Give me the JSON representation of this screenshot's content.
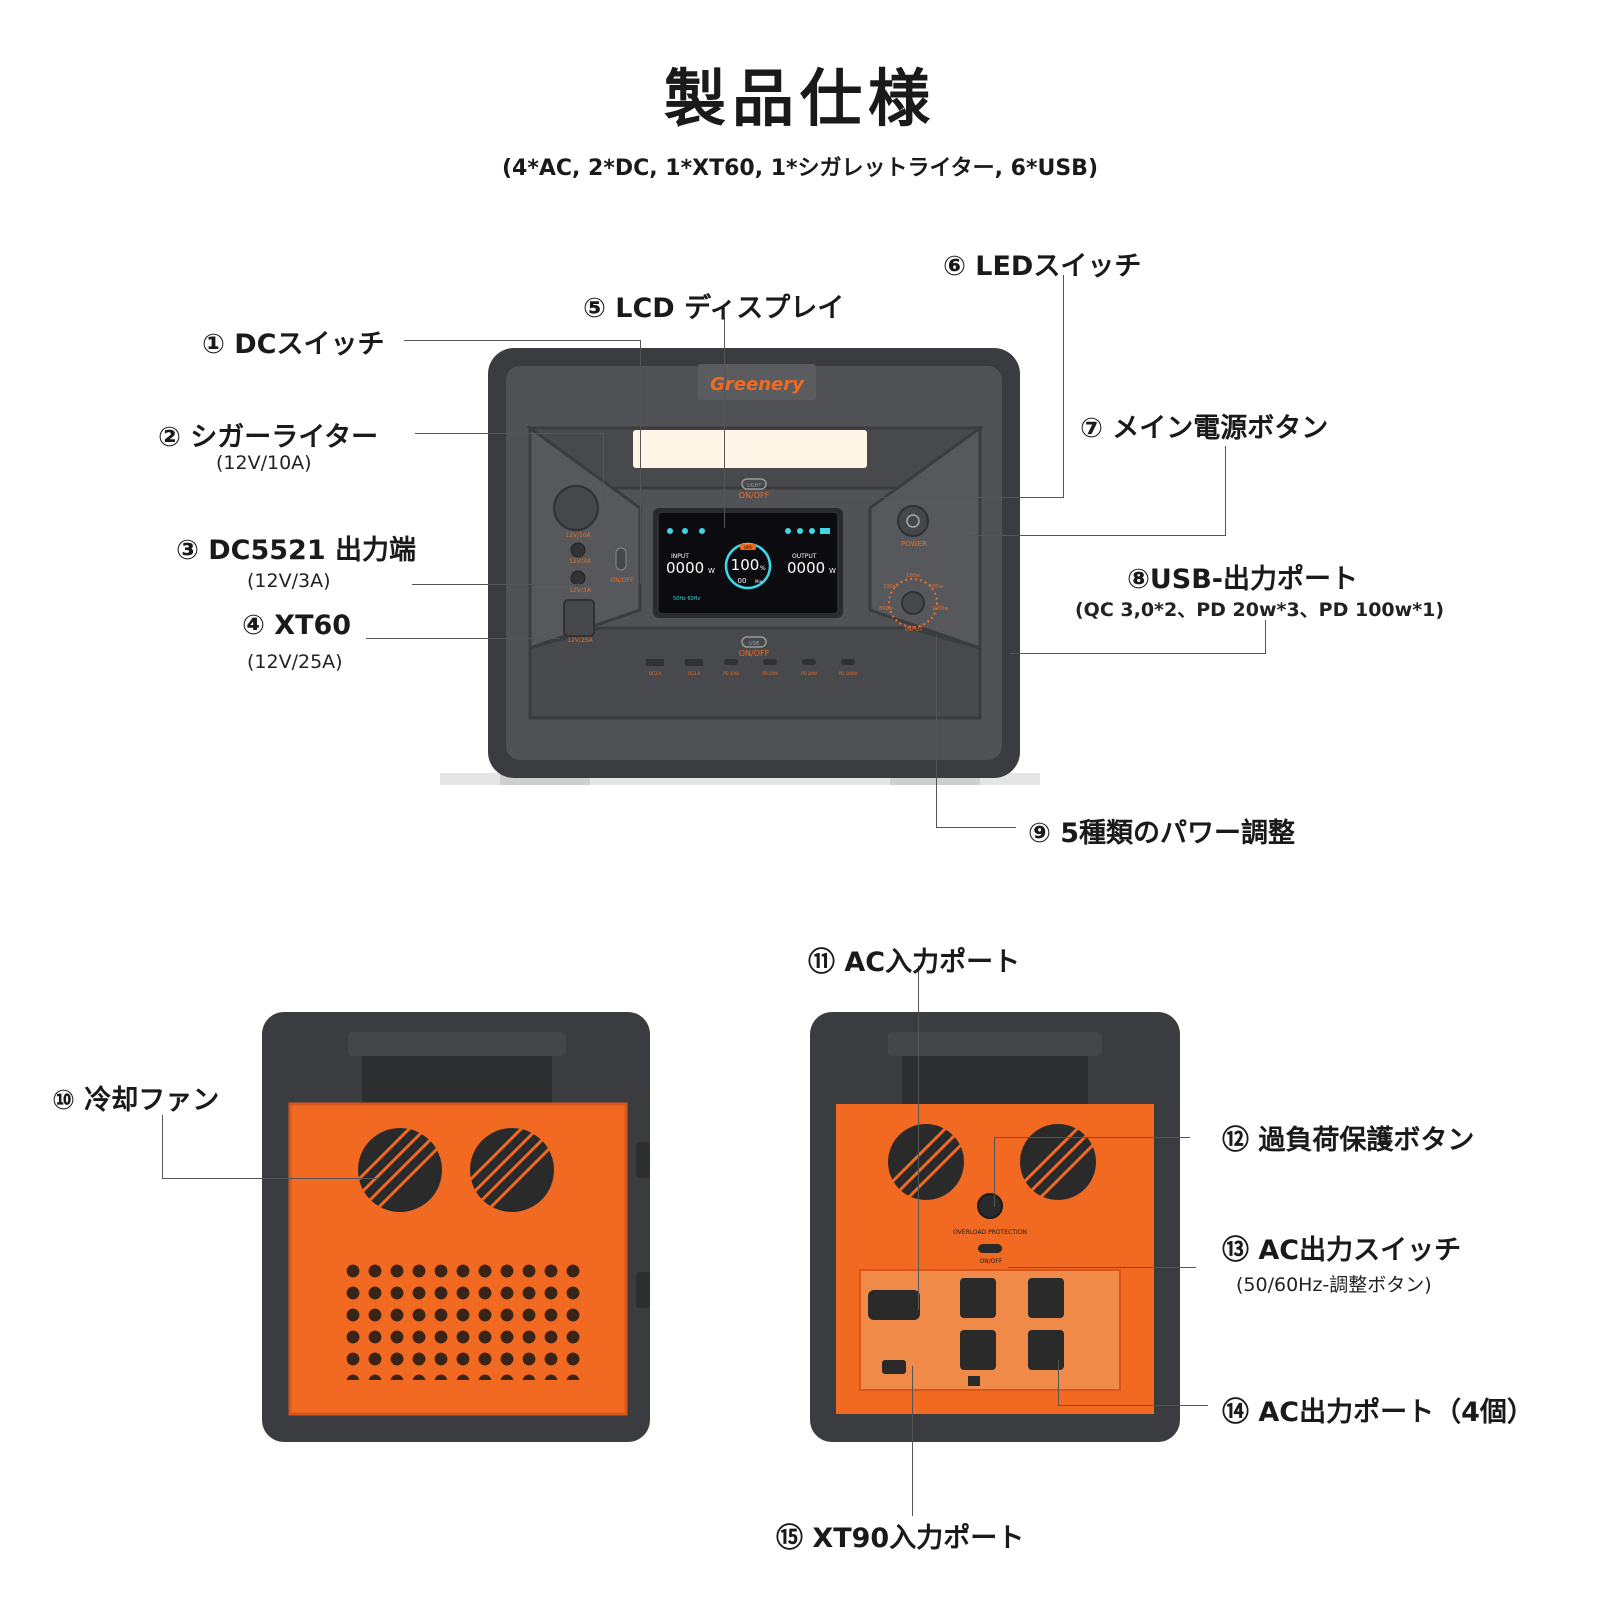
{
  "title": "製品仕様",
  "subtitle": "(4*AC, 2*DC, 1*XT60, 1*シガレットライター, 6*USB)",
  "device": {
    "brand": "Greenery",
    "light_switch_text": "LIGHT",
    "onoff_text": "ON/OFF",
    "usb_switch_text": "USB",
    "power_text": "POWER",
    "input_text": "INPUT",
    "port_12v10a": "12V/10A",
    "port_12v3a_1": "12V/3A",
    "port_12v3a_2": "12V/3A",
    "port_12v25a": "12V/25A",
    "usb_ports": [
      "QC3.0",
      "QC3.0",
      "PD 20W",
      "PD 20W",
      "PD 20W",
      "PD 100W"
    ],
    "lcd": {
      "input_label": "INPUT",
      "output_label": "OUTPUT",
      "input_value": "0000",
      "output_value": "0000",
      "unit_w": "W",
      "percent_value": "100",
      "percent_unit": "%",
      "ups_label": "UPS",
      "hz_text": "50Hz 60Hz",
      "time_value": "00",
      "time_unit": "Min"
    },
    "dial_marks": [
      "100w",
      "300w",
      "500w",
      "800w",
      "1000w"
    ],
    "overload_text": "OVERLOAD PROTECTION",
    "rear_onoff_text": "ON/OFF"
  },
  "callouts": {
    "c1": {
      "label": "① DCスイッチ"
    },
    "c2": {
      "label": "② シガーライター",
      "sub": "(12V/10A)"
    },
    "c3": {
      "label": "③ DC5521 出力端",
      "sub": "(12V/3A)"
    },
    "c4": {
      "label": "④ XT60",
      "sub": "(12V/25A)"
    },
    "c5": {
      "label": "⑤ LCD ディスプレイ"
    },
    "c6": {
      "label": "⑥ LEDスイッチ"
    },
    "c7": {
      "label": "⑦ メイン電源ボタン"
    },
    "c8": {
      "label": "⑧USB-出力ポート",
      "sub": "(QC 3,0*2、PD 20w*3、PD 100w*1)"
    },
    "c9": {
      "label": "⑨ 5種類のパワー調整"
    },
    "c10": {
      "label": "⑩ 冷却ファン"
    },
    "c11": {
      "label": "⑪ AC入力ポート"
    },
    "c12": {
      "label": "⑫ 過負荷保護ボタン"
    },
    "c13": {
      "label": "⑬ AC出力スイッチ",
      "sub": "(50/60Hz-調整ボタン)"
    },
    "c14": {
      "label": "⑭ AC出力ポート（4個）"
    },
    "c15": {
      "label": "⑮ XT90入力ポート"
    }
  },
  "colors": {
    "body_dark": "#3d3f42",
    "panel": "#4d4f52",
    "orange": "#f26a22",
    "lcd_bg": "#0c0c10",
    "lcd_cyan": "#3fd6e6"
  }
}
